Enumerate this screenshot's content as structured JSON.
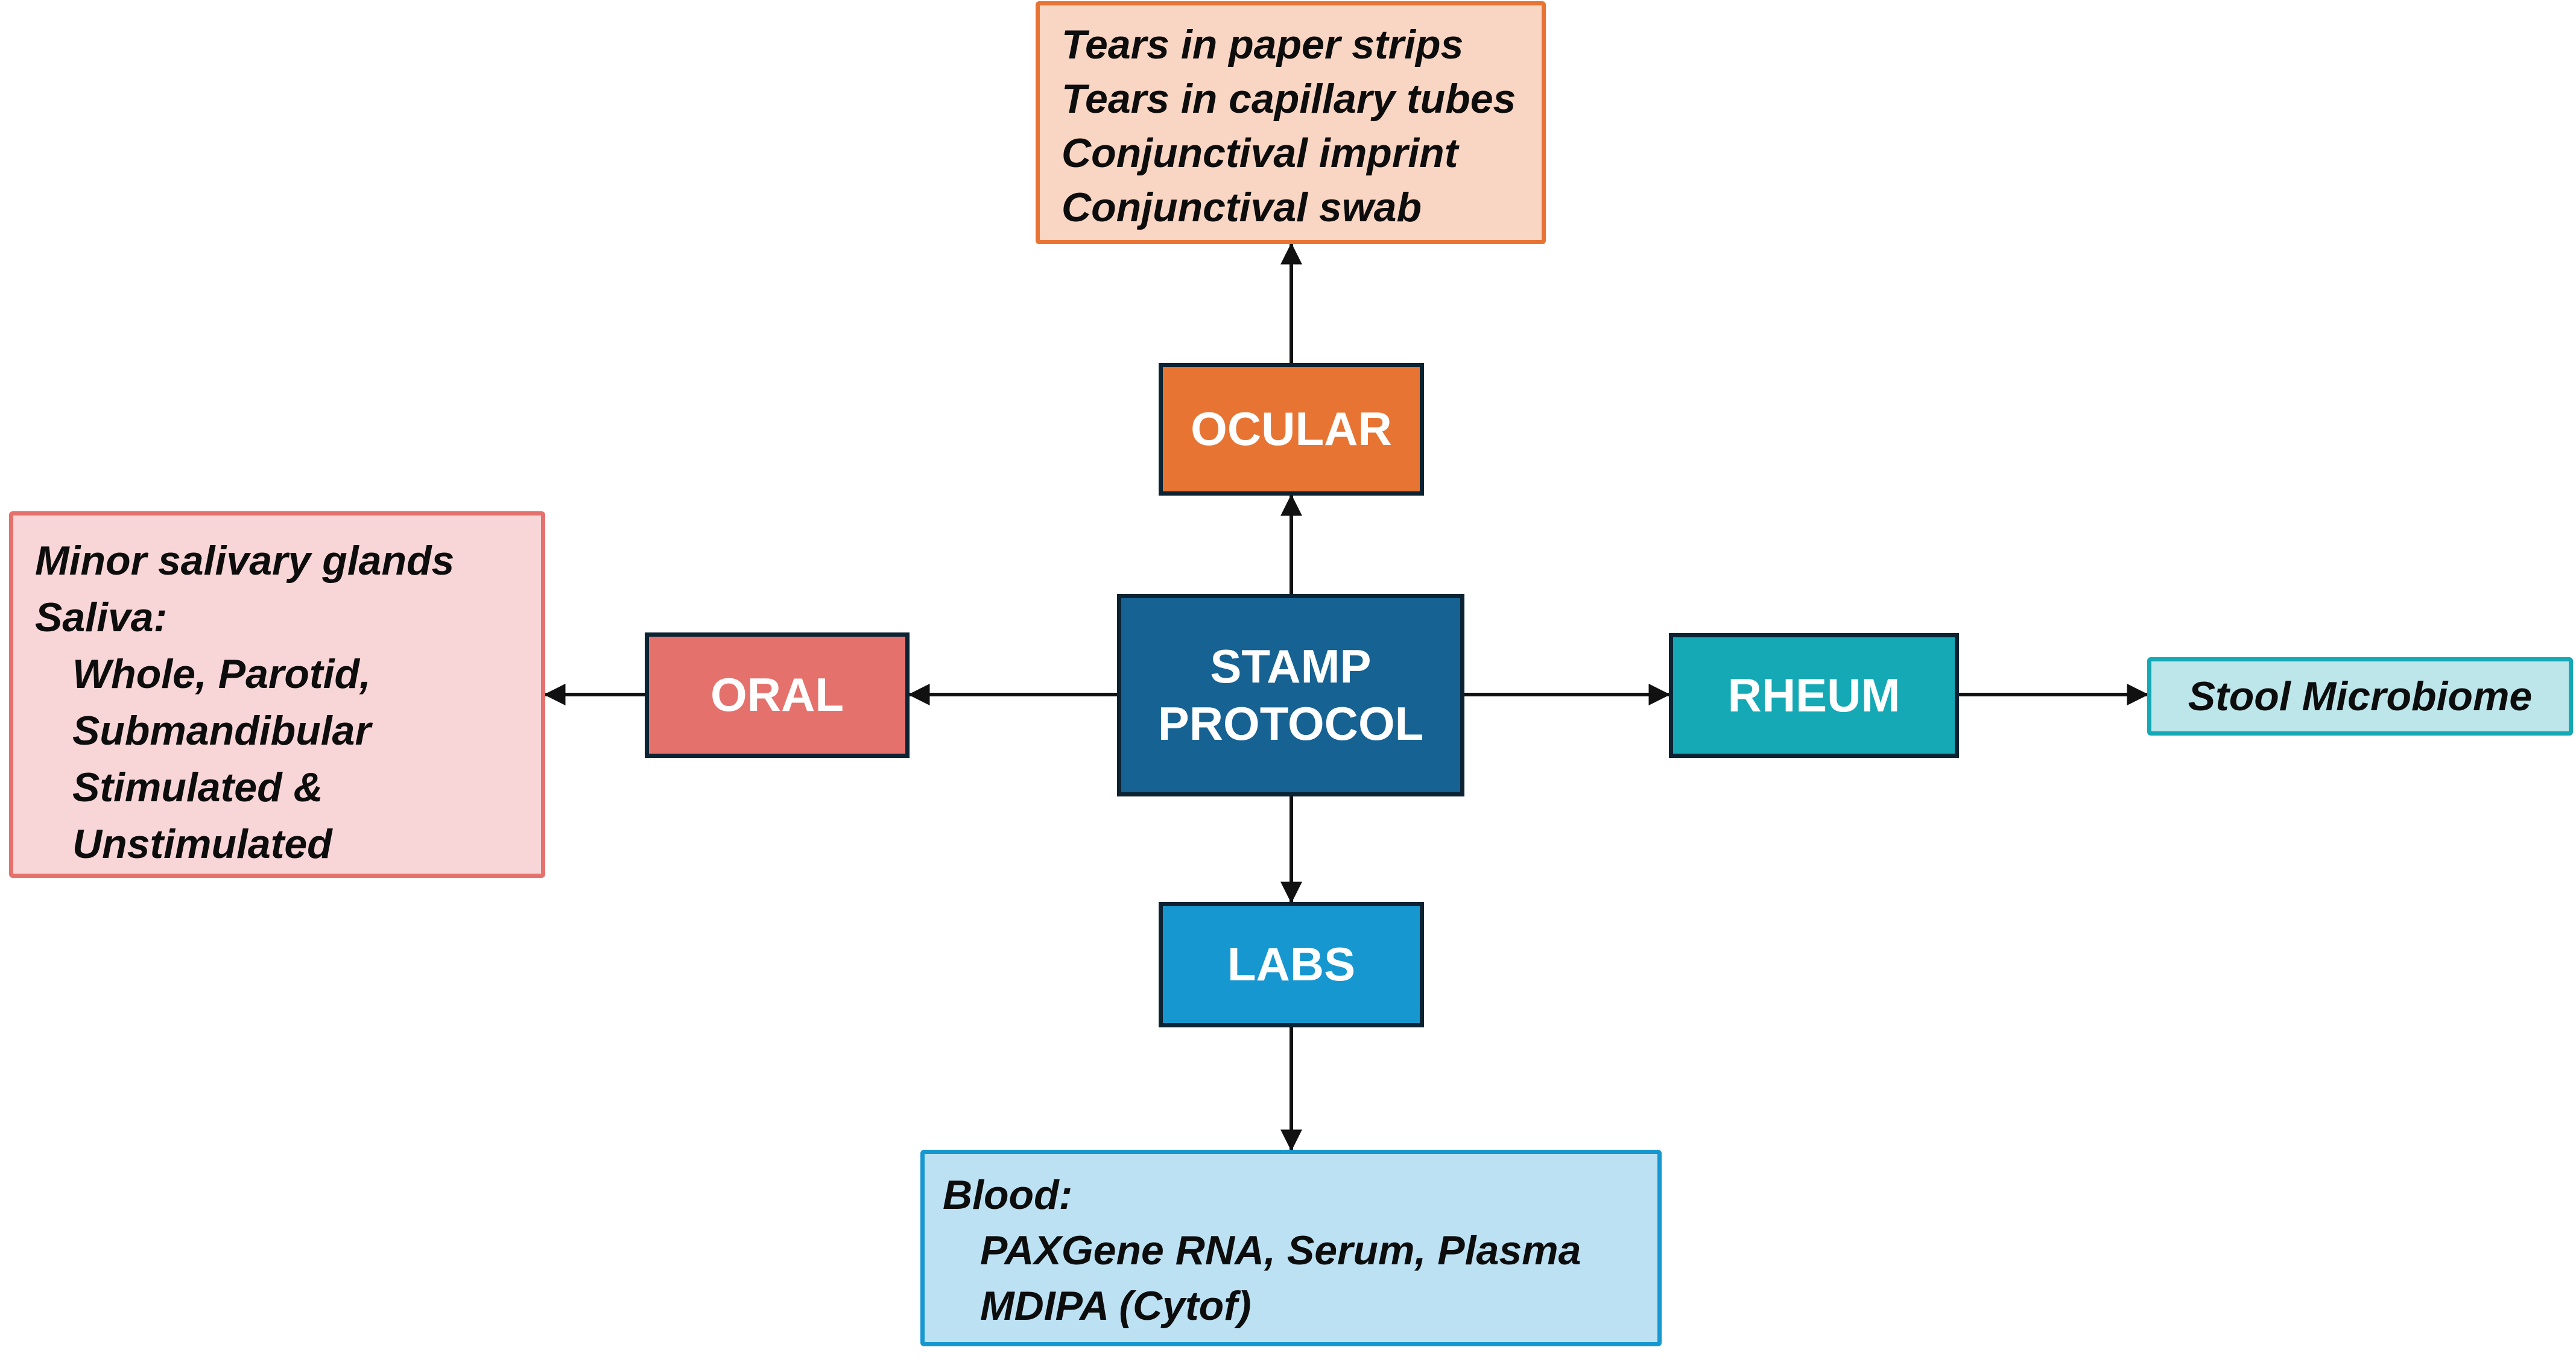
{
  "diagram": {
    "title": "STAMP PROTOCOL",
    "colors": {
      "center": "#166293",
      "ocular": "#E87434",
      "ocular_light": "#F9D5C3",
      "oral": "#E5716D",
      "oral_light": "#F8D5D6",
      "rheum": "#15A8B5",
      "rheum_light": "#BDE6EB",
      "labs": "#1797D0",
      "labs_light": "#BCE1F3",
      "node_border": "#0b2333",
      "arrow": "#111111"
    },
    "center": {
      "line1": "STAMP",
      "line2": "PROTOCOL"
    },
    "branches": {
      "ocular": {
        "label": "OCULAR",
        "samples": [
          "Tears in paper strips",
          "Tears in capillary tubes",
          "Conjunctival imprint",
          "Conjunctival swab"
        ]
      },
      "oral": {
        "label": "ORAL",
        "samples": [
          "Minor salivary glands",
          "Saliva:",
          "Whole, Parotid,",
          "Submandibular",
          "Stimulated &",
          "Unstimulated"
        ]
      },
      "rheum": {
        "label": "RHEUM",
        "samples": [
          "Stool Microbiome"
        ]
      },
      "labs": {
        "label": "LABS",
        "samples": [
          "Blood:",
          "PAXGene RNA, Serum, Plasma",
          "MDIPA (Cytof)"
        ]
      }
    },
    "edges": [
      {
        "from": "STAMP PROTOCOL",
        "to": "OCULAR"
      },
      {
        "from": "OCULAR",
        "to": "Ocular samples"
      },
      {
        "from": "STAMP PROTOCOL",
        "to": "ORAL"
      },
      {
        "from": "ORAL",
        "to": "Oral samples"
      },
      {
        "from": "STAMP PROTOCOL",
        "to": "RHEUM"
      },
      {
        "from": "RHEUM",
        "to": "Stool Microbiome"
      },
      {
        "from": "STAMP PROTOCOL",
        "to": "LABS"
      },
      {
        "from": "LABS",
        "to": "Blood samples"
      }
    ]
  }
}
